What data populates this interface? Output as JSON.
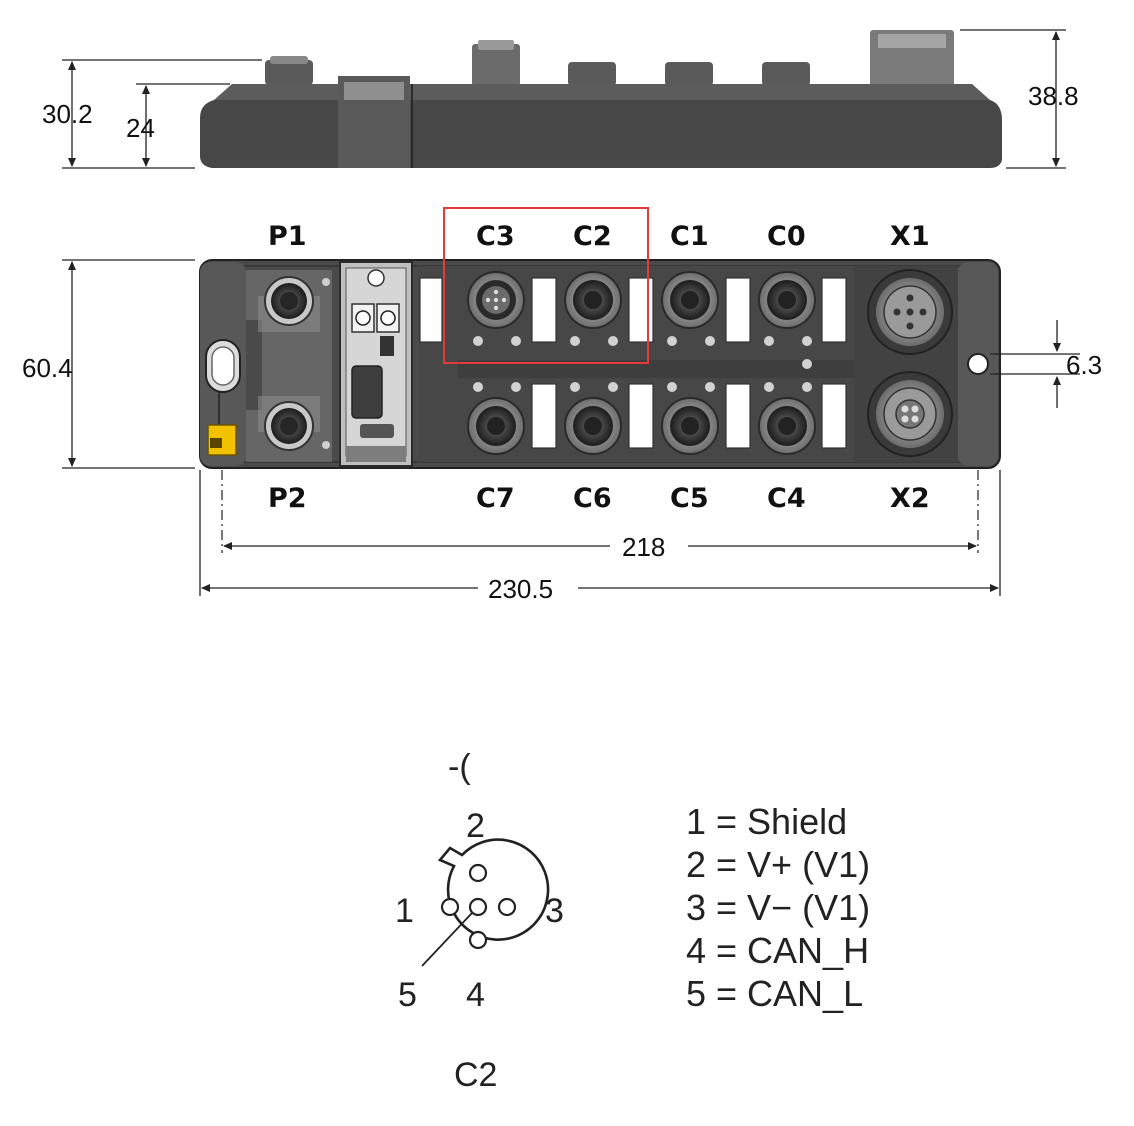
{
  "dimensions": {
    "height_total": "30.2",
    "height_body": "24",
    "height_max": "38.8",
    "width_front": "60.4",
    "hole_offset": "6.3",
    "hole_spacing": "218",
    "length_total": "230.5"
  },
  "port_labels": {
    "p1": "P1",
    "p2": "P2",
    "c0": "C0",
    "c1": "C1",
    "c2": "C2",
    "c3": "C3",
    "c4": "C4",
    "c5": "C5",
    "c6": "C6",
    "c7": "C7",
    "x1": "X1",
    "x2": "X2"
  },
  "highlight": {
    "ports": [
      "C3",
      "C2"
    ],
    "color": "#e33b3b"
  },
  "colors": {
    "housing": "#4a4a4a",
    "housing_dark": "#2e2e2e",
    "accent_yellow": "#f2c200"
  },
  "pinout": {
    "symbol": "-(",
    "pin_numbers": {
      "p1": "1",
      "p2": "2",
      "p3": "3",
      "p4": "4",
      "p5": "5"
    },
    "connector_label": "C2",
    "legend": [
      "1 = Shield",
      "2 = V+  (V1)",
      "3 = V−  (V1)",
      "4 = CAN_H",
      "5 = CAN_L"
    ]
  }
}
